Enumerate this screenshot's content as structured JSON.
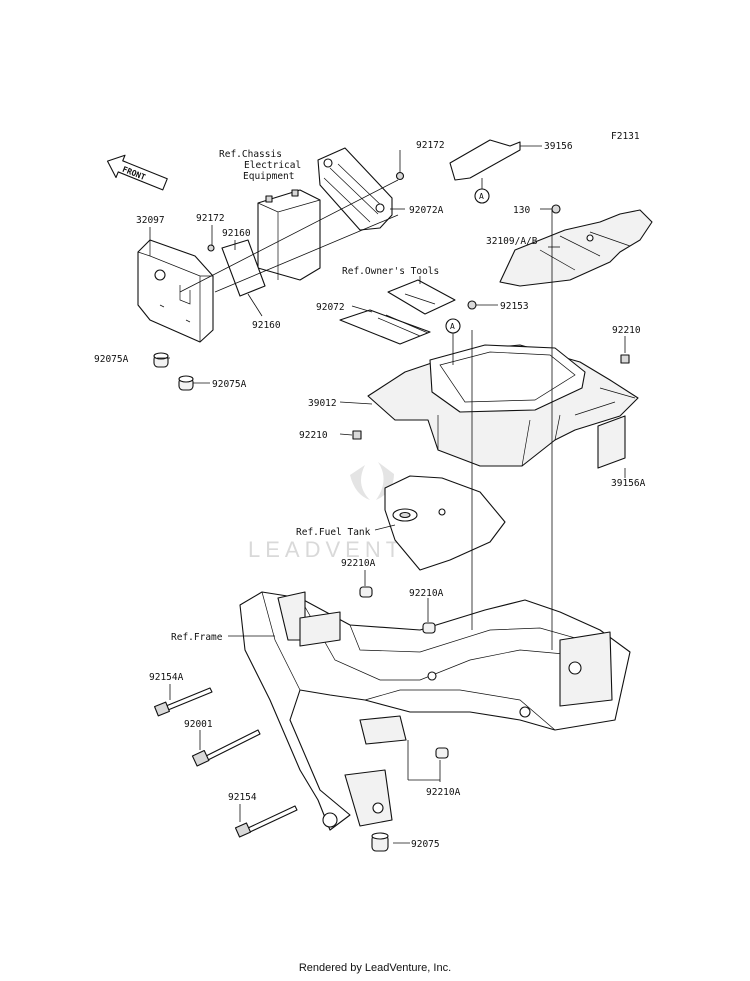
{
  "figure_code": "F2131",
  "front_arrow": "FRONT",
  "watermark": "LEADVENTURE",
  "footer": "Rendered by LeadVenture, Inc.",
  "refs": {
    "chassis_1": "Ref.Chassis",
    "chassis_2": "Electrical",
    "chassis_3": "Equipment",
    "owners_tools": "Ref.Owner's Tools",
    "fuel_tank": "Ref.Fuel Tank",
    "frame": "Ref.Frame"
  },
  "callout_marker": "A",
  "parts": {
    "p32097": "32097",
    "p92172_left": "92172",
    "p92172_top": "92172",
    "p92160_a": "92160",
    "p92160_b": "92160",
    "p92072A": "92072A",
    "p39156": "39156",
    "p130": "130",
    "p32109": "32109/A/B",
    "p92072": "92072",
    "p92153": "92153",
    "p92210_right": "92210",
    "p39012": "39012",
    "p92210_left": "92210",
    "p39156A": "39156A",
    "p92075A_a": "92075A",
    "p92075A_b": "92075A",
    "p92210A_a": "92210A",
    "p92210A_b": "92210A",
    "p92210A_c": "92210A",
    "p92154A": "92154A",
    "p92001": "92001",
    "p92154": "92154",
    "p92075": "92075"
  }
}
